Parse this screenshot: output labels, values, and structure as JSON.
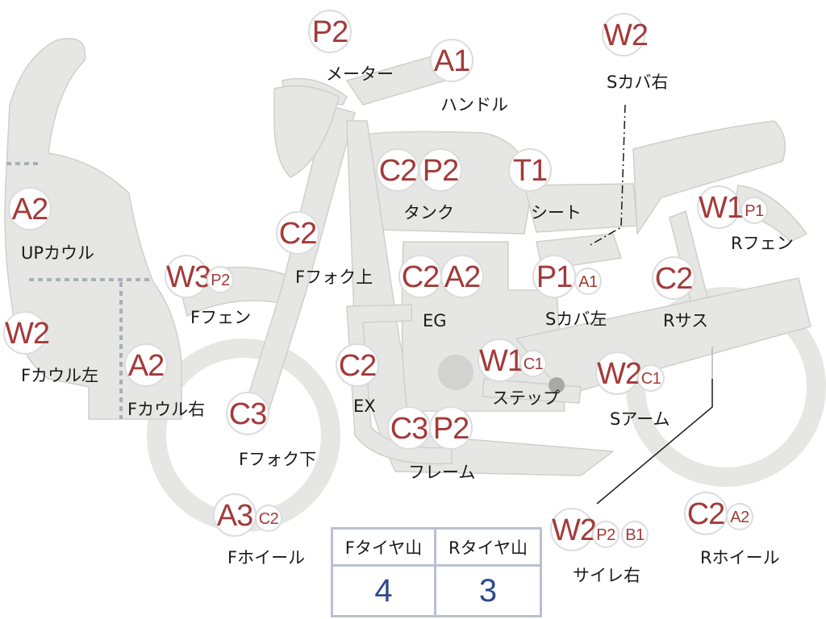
{
  "parts": [
    {
      "id": "meter",
      "label": "メーター",
      "grades": [
        "P2"
      ]
    },
    {
      "id": "handle",
      "label": "ハンドル",
      "grades": [
        "A1"
      ]
    },
    {
      "id": "s-cover-right",
      "label": "Sカバ右",
      "grades": [
        "W2"
      ]
    },
    {
      "id": "tank",
      "label": "タンク",
      "grades": [
        "C2",
        "P2"
      ]
    },
    {
      "id": "seat",
      "label": "シート",
      "grades": [
        "T1"
      ]
    },
    {
      "id": "up-cowl",
      "label": "UPカウル",
      "grades": [
        "A2"
      ]
    },
    {
      "id": "r-fender",
      "label": "Rフェン",
      "grades": [
        "W1",
        "P1"
      ]
    },
    {
      "id": "f-fork-upper",
      "label": "Fフォク上",
      "grades": [
        "C2"
      ]
    },
    {
      "id": "f-fender",
      "label": "Fフェン",
      "grades": [
        "W3",
        "P2"
      ]
    },
    {
      "id": "engine",
      "label": "EG",
      "grades": [
        "C2",
        "A2"
      ]
    },
    {
      "id": "s-cover-left",
      "label": "Sカバ左",
      "grades": [
        "P1",
        "A1"
      ]
    },
    {
      "id": "r-suspension",
      "label": "Rサス",
      "grades": [
        "C2"
      ]
    },
    {
      "id": "f-cowl-left",
      "label": "Fカウル左",
      "grades": [
        "W2"
      ]
    },
    {
      "id": "f-cowl-right",
      "label": "Fカウル右",
      "grades": [
        "A2"
      ]
    },
    {
      "id": "exhaust",
      "label": "EX",
      "grades": [
        "C2"
      ]
    },
    {
      "id": "step",
      "label": "ステップ",
      "grades": [
        "W1",
        "C1"
      ]
    },
    {
      "id": "swing-arm",
      "label": "Sアーム",
      "grades": [
        "W2",
        "C1"
      ]
    },
    {
      "id": "f-fork-lower",
      "label": "Fフォク下",
      "grades": [
        "C3"
      ]
    },
    {
      "id": "frame",
      "label": "フレーム",
      "grades": [
        "C3",
        "P2"
      ]
    },
    {
      "id": "f-wheel",
      "label": "Fホイール",
      "grades": [
        "A3",
        "C2"
      ]
    },
    {
      "id": "silencer-right",
      "label": "サイレ右",
      "grades": [
        "W2",
        "P2",
        "B1"
      ]
    },
    {
      "id": "r-wheel",
      "label": "Rホイール",
      "grades": [
        "C2",
        "A2"
      ]
    }
  ],
  "tire_table": {
    "front_label": "Fタイヤ山",
    "rear_label": "Rタイヤ山",
    "front_value": "4",
    "rear_value": "3"
  },
  "colors": {
    "body_fill": "#e6e6e4",
    "body_stroke": "#c9c9c6",
    "grade_text": "#a33a3a",
    "table_border": "#b9c0cf",
    "table_value": "#2e4a8c"
  }
}
